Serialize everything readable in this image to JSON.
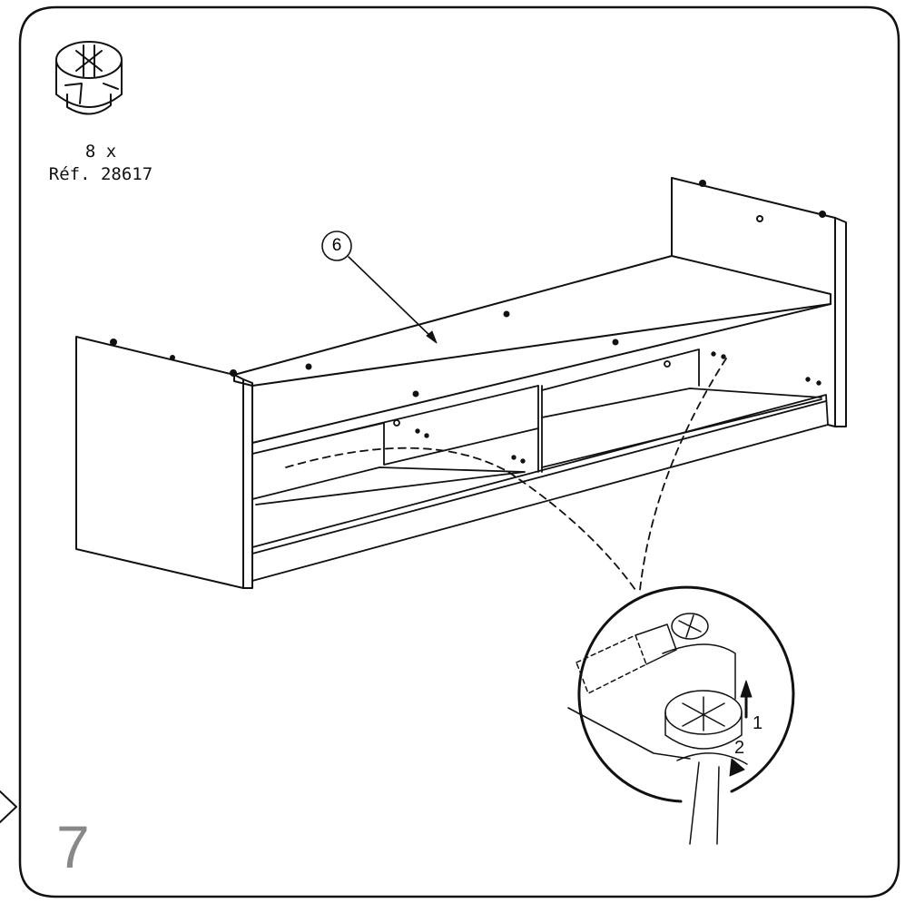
{
  "parts": {
    "quantity": "8 x",
    "reference": "Réf. 28617",
    "icon": "cam-lock-fitting-icon"
  },
  "callout": {
    "part_number": "6"
  },
  "detail": {
    "step1": "1",
    "step2": "2"
  },
  "step": {
    "number": "7"
  }
}
